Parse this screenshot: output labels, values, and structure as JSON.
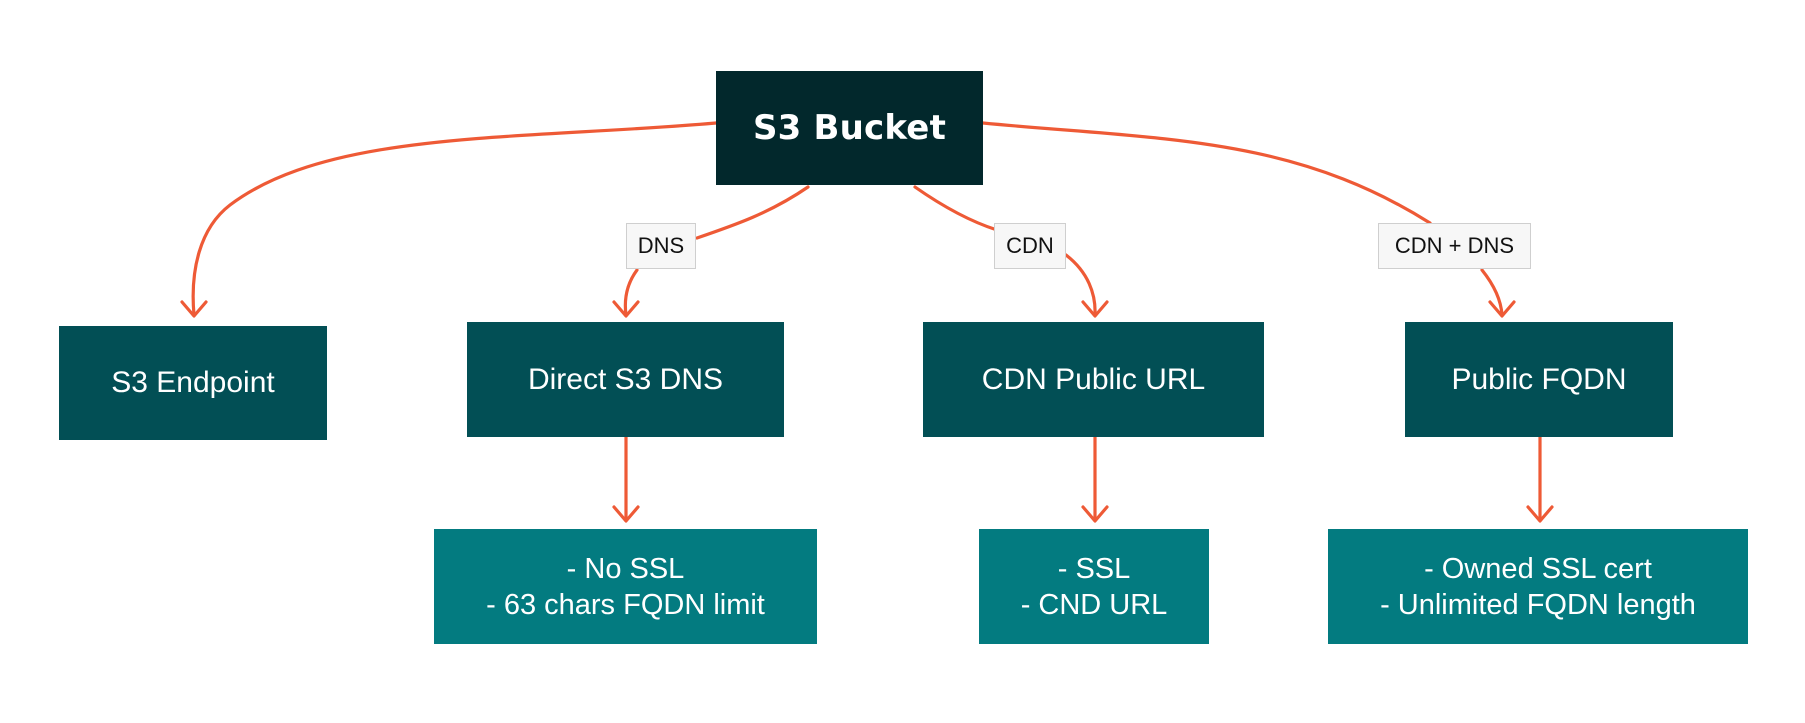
{
  "colors": {
    "root_fill": "#02282c",
    "mid_fill": "#024f55",
    "leaf_fill": "#037b80",
    "connector": "#ee5a36",
    "label_fill": "#f7f7f7",
    "label_border": "#cfcfcf"
  },
  "root": {
    "label": "S3 Bucket"
  },
  "edge_labels": {
    "dns": "DNS",
    "cdn": "CDN",
    "cdn_dns": "CDN + DNS"
  },
  "targets": {
    "s3_endpoint": "S3 Endpoint",
    "direct_s3_dns": "Direct S3 DNS",
    "cdn_public_url": "CDN Public URL",
    "public_fqdn": "Public FQDN"
  },
  "notes": {
    "direct_s3_dns": [
      "- No SSL",
      "- 63 chars FQDN limit"
    ],
    "cdn_public_url": [
      "- SSL",
      "- CND URL"
    ],
    "public_fqdn": [
      "- Owned SSL cert",
      "- Unlimited FQDN length"
    ]
  }
}
